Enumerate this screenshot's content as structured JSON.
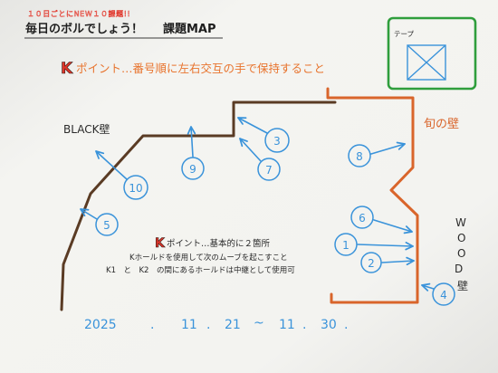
{
  "header": {
    "tagline": "１０日ごとにNEW１０課題!!",
    "title": "毎日のボルでしょう！",
    "title_suffix": "課題MAP"
  },
  "rule": {
    "k": "K",
    "text": "ポイント…番号順に左右交互の手で保持すること"
  },
  "tape_legend": {
    "label": "テープ",
    "icon": "x-square-icon"
  },
  "walls": {
    "black": "BLACK壁",
    "shun": "旬の壁",
    "wood": [
      "W",
      "O",
      "O",
      "D",
      "壁"
    ]
  },
  "note": {
    "k": "K",
    "line1": "ポイント…基本的に２箇所",
    "line2": "Kホールドを使用して次のムーブを起こすこと",
    "line3": "K1　と　K2　の間にあるホールドは中継として使用可"
  },
  "problems": [
    {
      "number": "1"
    },
    {
      "number": "2"
    },
    {
      "number": "3"
    },
    {
      "number": "4"
    },
    {
      "number": "5"
    },
    {
      "number": "6"
    },
    {
      "number": "7"
    },
    {
      "number": "8"
    },
    {
      "number": "9"
    },
    {
      "number": "10"
    }
  ],
  "period": [
    "2025",
    ".",
    "11",
    ".",
    "21",
    "~",
    "11",
    ".",
    "30",
    "."
  ],
  "colors": {
    "paper": "#f4f4f1",
    "wall_black": "#5a3b24",
    "wall_shun": "#d9652b",
    "marker_blue": "#3a93da",
    "tape_box_green": "#2f9e3c",
    "rule_orange": "#e8742e",
    "k_red": "#e0352a",
    "ink": "#2b2b2b"
  }
}
